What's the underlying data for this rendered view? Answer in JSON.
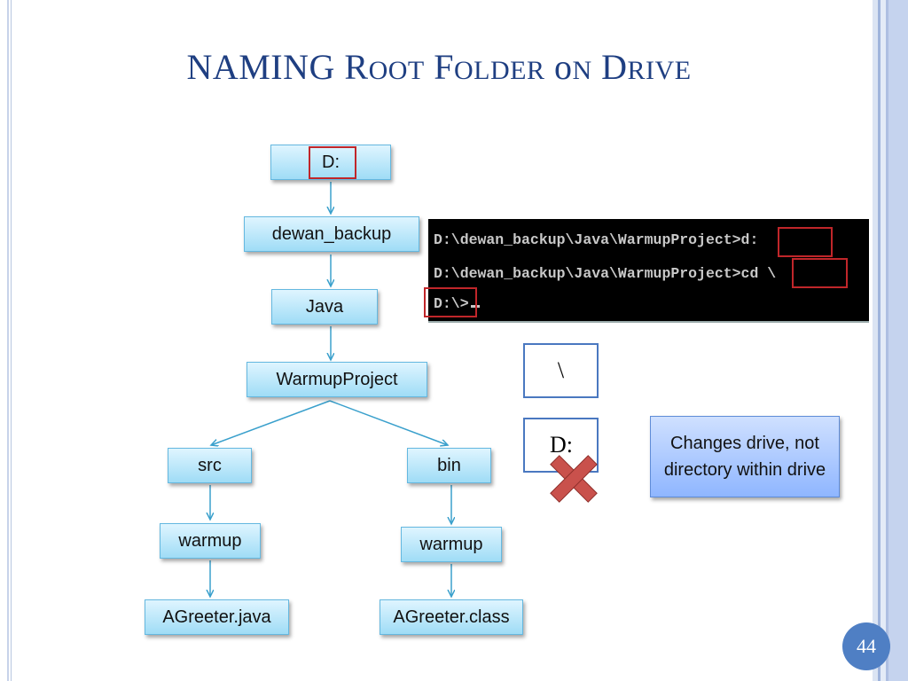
{
  "slide": {
    "title": "NAMING Root Folder on Drive",
    "page_number": "44"
  },
  "tree": {
    "root": "D:",
    "level1": "dewan_backup",
    "level2": "Java",
    "level3": "WarmupProject",
    "left_branch": [
      "src",
      "warmup",
      "AGreeter.java"
    ],
    "right_branch": [
      "bin",
      "warmup",
      "AGreeter.class"
    ]
  },
  "terminal": {
    "lines": [
      "D:\\dewan_backup\\Java\\WarmupProject>d:",
      "D:\\dewan_backup\\Java\\WarmupProject>cd \\",
      "D:\\>"
    ]
  },
  "symbols": {
    "backslash": "\\",
    "drive": "D:"
  },
  "note": "Changes drive, not directory within drive",
  "colors": {
    "title": "#1f3f82",
    "node_fill": "#9fdcf6",
    "highlight": "#c0262a",
    "note_fill": "#8fb6ff",
    "page_circle": "#4f7fc4"
  }
}
